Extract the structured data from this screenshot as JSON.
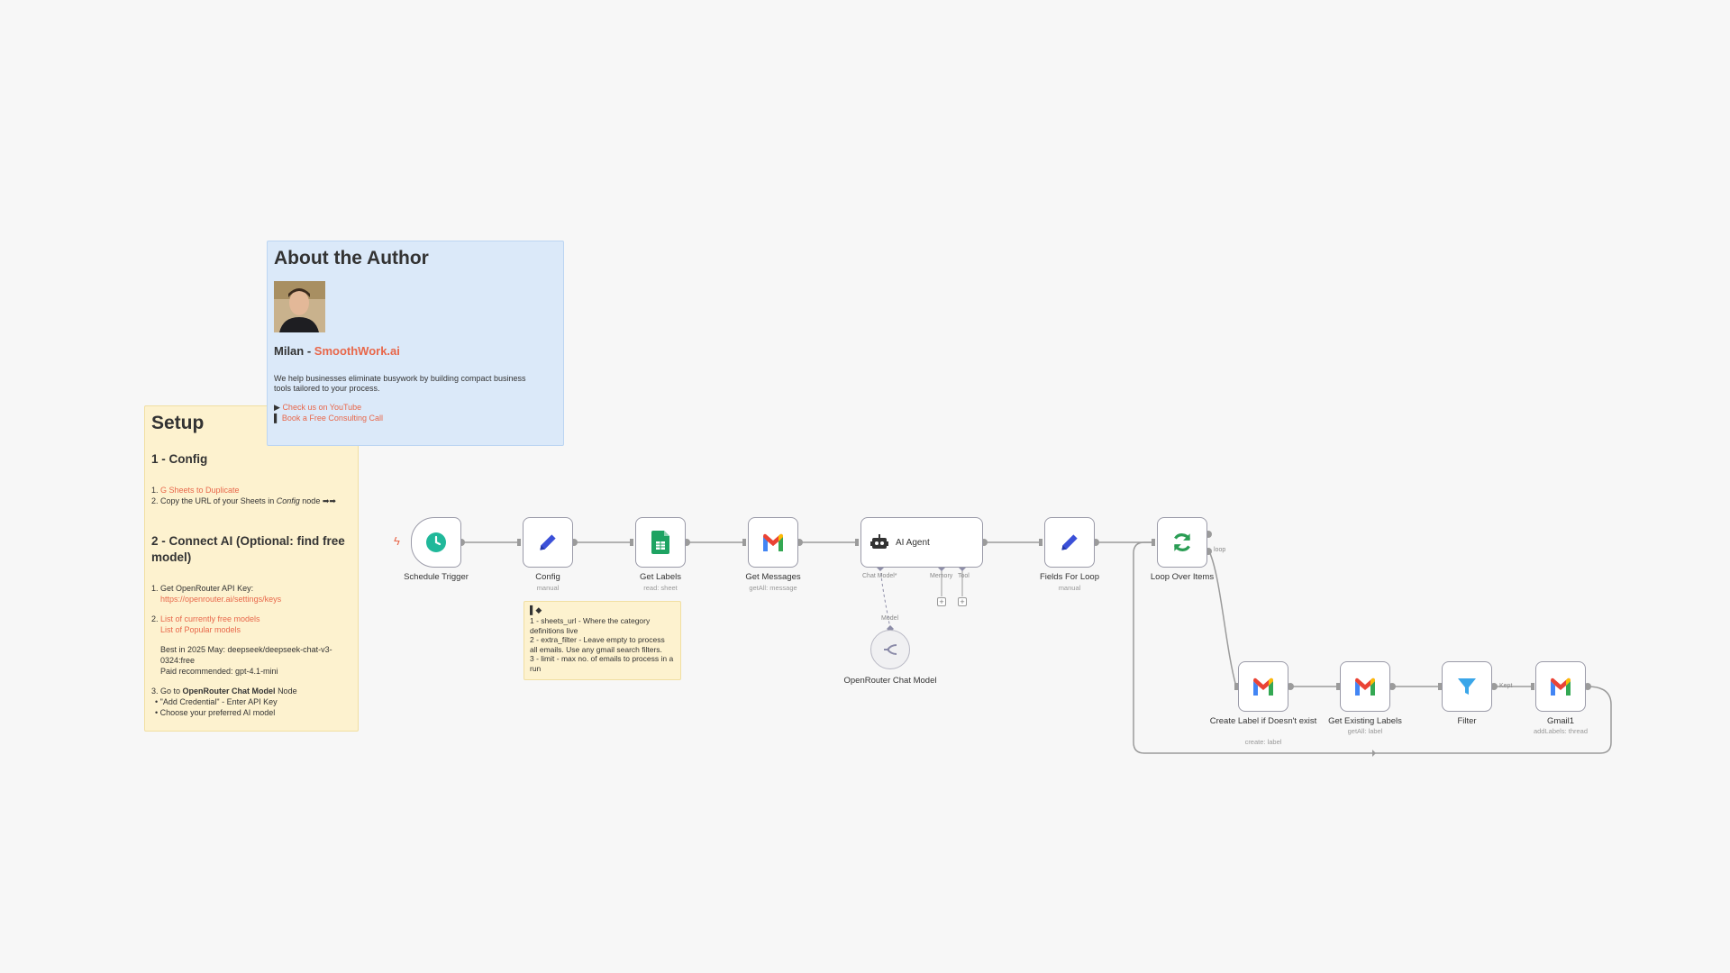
{
  "setup": {
    "title": "Setup",
    "config_heading": "1 - Config",
    "config_steps": [
      "G Sheets to Duplicate",
      "Copy the URL of your Sheets in",
      "Config",
      "node ➡➡"
    ],
    "ai_heading": "2 - Connect AI (Optional: find free model)",
    "ai_step1": "Get OpenRouter API Key:",
    "ai_step1_link": "https://openrouter.ai/settings/keys",
    "ai_step2_link1": "List of currently free models",
    "ai_step2_link2": "List of Popular models",
    "best_line1": "Best in 2025 May: deepseek/deepseek-chat-v3-",
    "best_line2": "0324:free",
    "paid_line": "Paid recommended: gpt-4.1-mini",
    "go_to_prefix": "Go to",
    "go_to_node": "OpenRouter Chat Model",
    "go_to_suffix": "Node",
    "bullet1": "\"Add Credential\" - Enter API Key",
    "bullet2": "Choose your preferred AI model"
  },
  "author": {
    "title": "About the Author",
    "name_prefix": "Milan - ",
    "name_link": "SmoothWork.ai",
    "description": "We help businesses eliminate busywork by building compact business tools tailored to your process.",
    "youtube_link": "Check us on YouTube",
    "call_link": "Book a Free Consulting Call"
  },
  "config_note": {
    "icon": "pin-icon",
    "line1": "1 - sheets_url - Where the category definitions live",
    "line2": "2 - extra_filter - Leave empty to process all emails. Use any gmail search filters.",
    "line3": "3 - limit - max no. of emails to process in a run"
  },
  "nodes": {
    "schedule": {
      "label": "Schedule Trigger",
      "sub": ""
    },
    "config": {
      "label": "Config",
      "sub": "manual"
    },
    "get_labels": {
      "label": "Get Labels",
      "sub": "read: sheet"
    },
    "get_messages": {
      "label": "Get Messages",
      "sub": "getAll: message"
    },
    "ai_agent": {
      "label": "AI Agent",
      "port_chat": "Chat Model*",
      "port_memory": "Memory",
      "port_tool": "Tool"
    },
    "openrouter": {
      "label": "OpenRouter Chat Model",
      "port_model": "Model"
    },
    "fields_loop": {
      "label": "Fields For Loop",
      "sub": "manual"
    },
    "loop_items": {
      "label": "Loop Over Items",
      "port_loop": "loop"
    },
    "create_label": {
      "label": "Create Label if Doesn't exist",
      "sub": "create: label"
    },
    "existing_labels": {
      "label": "Get Existing Labels",
      "sub": "getAll: label"
    },
    "filter": {
      "label": "Filter",
      "port_keep": "Kept"
    },
    "gmail1": {
      "label": "Gmail1",
      "sub": "addLabels: thread"
    }
  },
  "colors": {
    "accent": "#e8674a",
    "sheets_green": "#1ea362",
    "loop_green": "#2a9d54",
    "pen_blue": "#3b50d8",
    "filter_blue": "#3aa6e9",
    "clock_teal": "#20b89a"
  }
}
